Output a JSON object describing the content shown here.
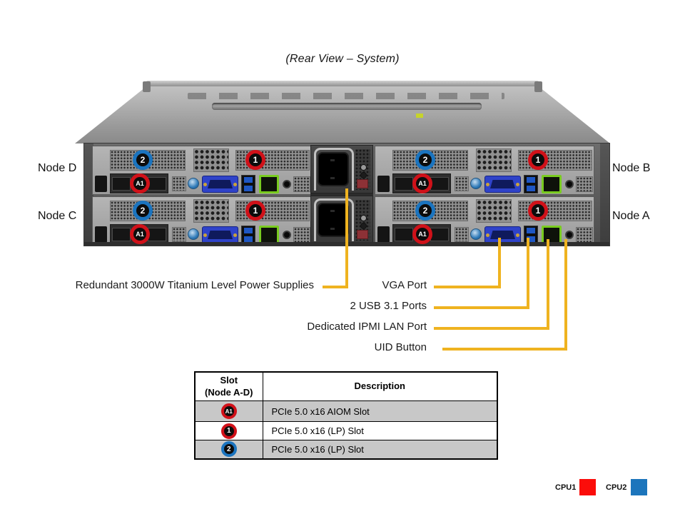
{
  "title": "(Rear View – System)",
  "chassis": {
    "nodes": {
      "top_left": "Node D",
      "bottom_left": "Node C",
      "top_right": "Node B",
      "bottom_right": "Node A"
    },
    "slot_badges": {
      "slot2": "2",
      "slot1": "1",
      "aiom": "A1"
    }
  },
  "callouts": {
    "psu": "Redundant 3000W Titanium Level Power Supplies",
    "vga": "VGA Port",
    "usb": "2 USB 3.1 Ports",
    "ipmi": "Dedicated IPMI LAN Port",
    "uid": "UID Button"
  },
  "slot_table": {
    "header": {
      "slot_line1": "Slot",
      "slot_line2": "(Node A-D)",
      "description": "Description"
    },
    "rows": [
      {
        "badge": "A1",
        "ring": "#d01119",
        "description": "PCIe 5.0 x16 AIOM Slot"
      },
      {
        "badge": "1",
        "ring": "#d01119",
        "description": "PCIe 5.0 x16 (LP) Slot"
      },
      {
        "badge": "2",
        "ring": "#1b74bf",
        "description": "PCIe 5.0 x16 (LP) Slot"
      }
    ]
  },
  "legend": {
    "cpu1": {
      "label": "CPU1",
      "color": "#fb0d0a"
    },
    "cpu2": {
      "label": "CPU2",
      "color": "#1c75bc"
    }
  },
  "colors": {
    "callout_line": "#efb320",
    "badge_red": "#d01119",
    "badge_blue": "#1b74bf",
    "table_row_alt": "#c8c8c8"
  }
}
